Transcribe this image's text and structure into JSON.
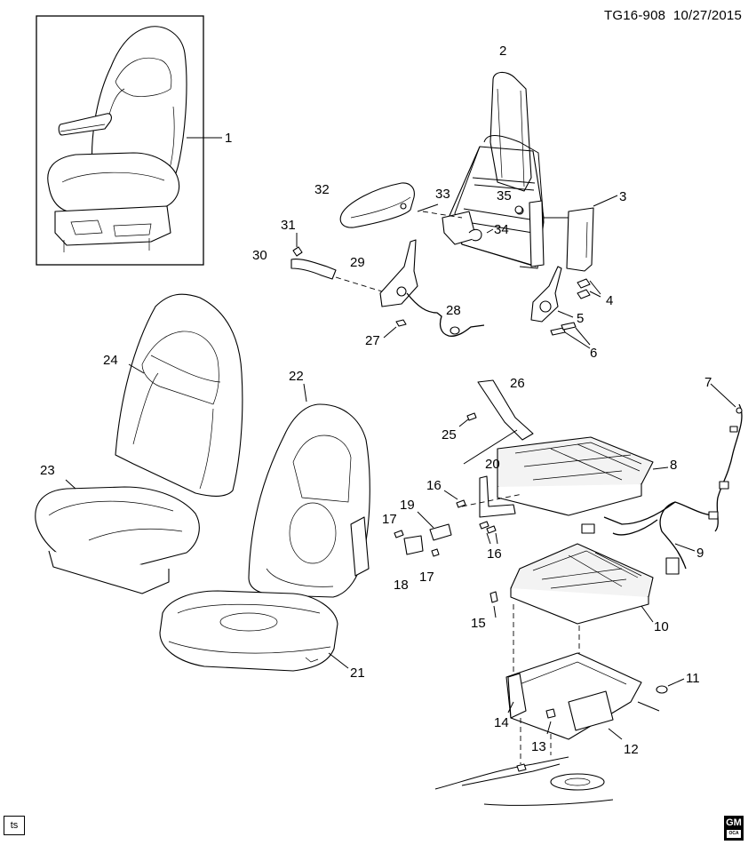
{
  "header": {
    "doc_id": "TG16-908",
    "date": "10/27/2015"
  },
  "footer": {
    "ts_label": "ts",
    "gm_mark": "GM",
    "oca_mark": "OCA"
  },
  "callouts": {
    "c1": "1",
    "c2": "2",
    "c3": "3",
    "c4": "4",
    "c5": "5",
    "c6": "6",
    "c7": "7",
    "c8": "8",
    "c9": "9",
    "c10": "10",
    "c11": "11",
    "c12": "12",
    "c13": "13",
    "c14": "14",
    "c15": "15",
    "c16a": "16",
    "c16b": "16",
    "c17a": "17",
    "c17b": "17",
    "c18": "18",
    "c19": "19",
    "c20": "20",
    "c21": "21",
    "c22": "22",
    "c23": "23",
    "c24": "24",
    "c25": "25",
    "c26": "26",
    "c27": "27",
    "c28": "28",
    "c29": "29",
    "c30": "30",
    "c31": "31",
    "c32": "32",
    "c33": "33",
    "c34": "34",
    "c35": "35"
  }
}
